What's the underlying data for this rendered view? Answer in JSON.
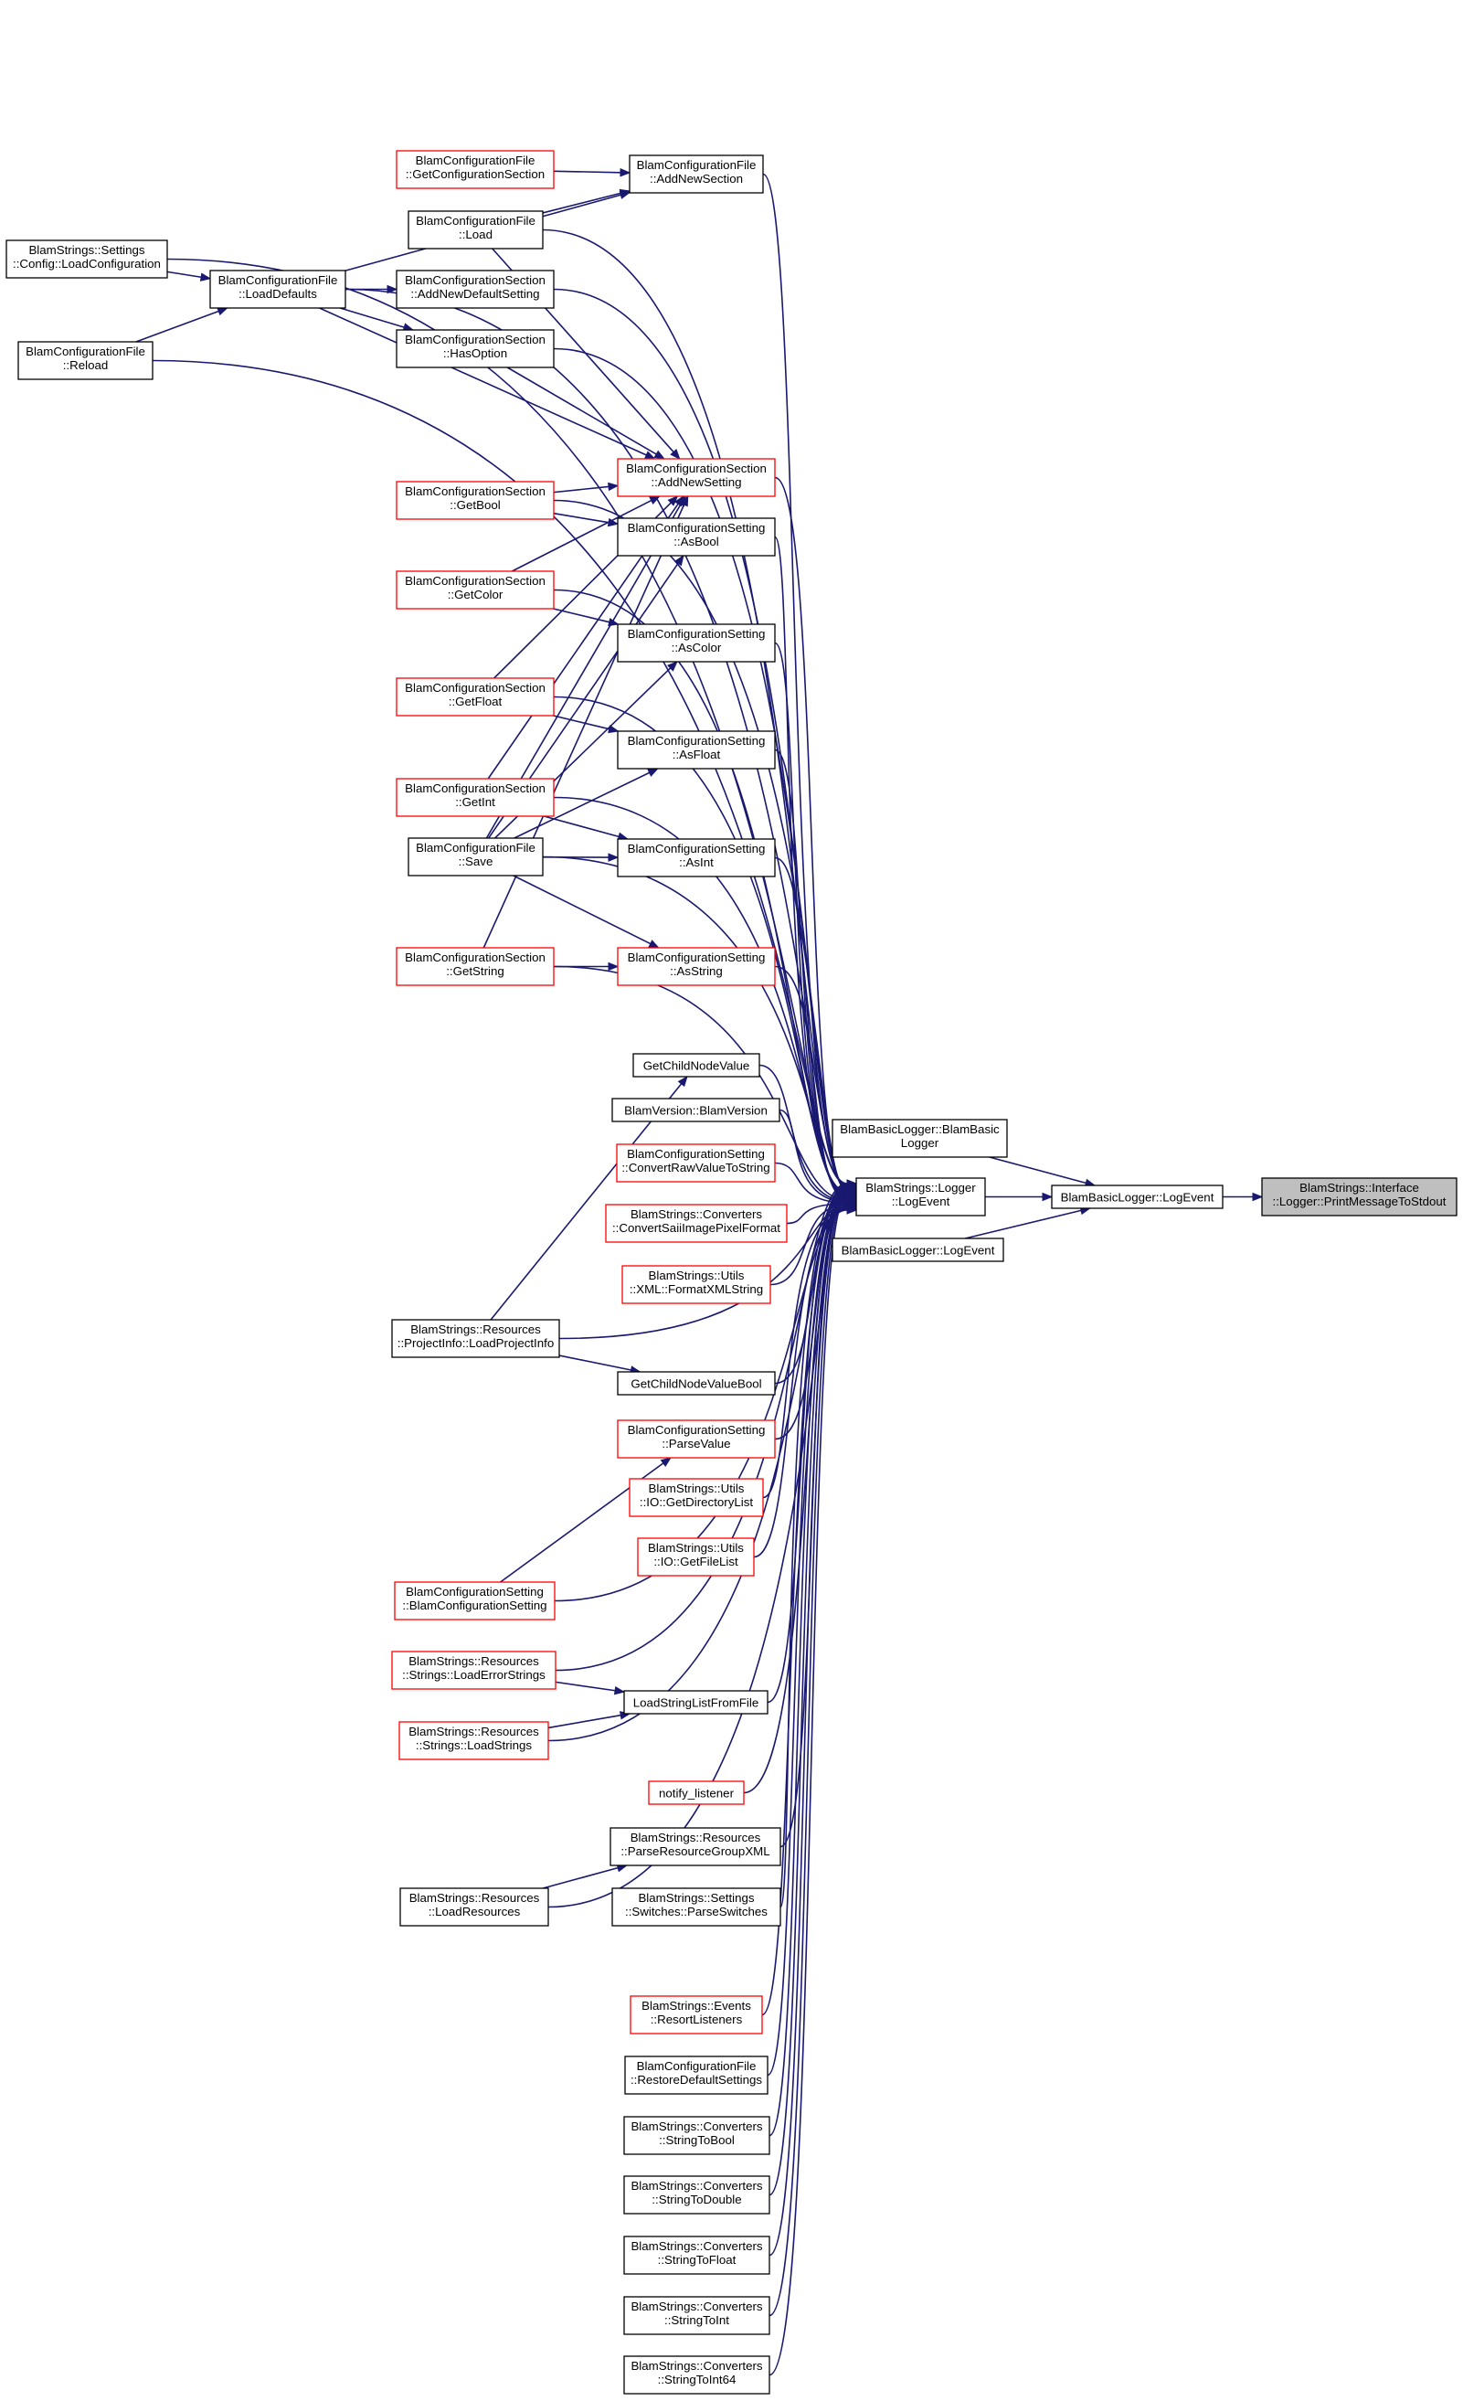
{
  "colors": {
    "edge": "#191970",
    "node_border": "#000000",
    "node_border_truncated": "#ff0000",
    "node_fill": "#ffffff",
    "focus_fill": "#bfbfbf"
  },
  "nodes": [
    {
      "id": "print_msg",
      "lines": [
        "BlamStrings::Interface",
        "::Logger::PrintMessageToStdout"
      ],
      "style": "focus"
    },
    {
      "id": "basic_logevent_a",
      "lines": [
        "BlamBasicLogger::LogEvent"
      ],
      "style": "normal"
    },
    {
      "id": "basic_logger_ctor",
      "lines": [
        "BlamBasicLogger::BlamBasic",
        "Logger"
      ],
      "style": "normal"
    },
    {
      "id": "basic_logevent_b",
      "lines": [
        "BlamBasicLogger::LogEvent"
      ],
      "style": "normal"
    },
    {
      "id": "logger_logevent",
      "lines": [
        "BlamStrings::Logger",
        "::LogEvent"
      ],
      "style": "normal"
    },
    {
      "id": "get_config_section",
      "lines": [
        "BlamConfigurationFile",
        "::GetConfigurationSection"
      ],
      "style": "truncated"
    },
    {
      "id": "add_new_section",
      "lines": [
        "BlamConfigurationFile",
        "::AddNewSection"
      ],
      "style": "normal"
    },
    {
      "id": "file_load",
      "lines": [
        "BlamConfigurationFile",
        "::Load"
      ],
      "style": "normal"
    },
    {
      "id": "load_configuration",
      "lines": [
        "BlamStrings::Settings",
        "::Config::LoadConfiguration"
      ],
      "style": "normal"
    },
    {
      "id": "load_defaults",
      "lines": [
        "BlamConfigurationFile",
        "::LoadDefaults"
      ],
      "style": "normal"
    },
    {
      "id": "add_new_default_setting",
      "lines": [
        "BlamConfigurationSection",
        "::AddNewDefaultSetting"
      ],
      "style": "normal"
    },
    {
      "id": "file_reload",
      "lines": [
        "BlamConfigurationFile",
        "::Reload"
      ],
      "style": "normal"
    },
    {
      "id": "has_option",
      "lines": [
        "BlamConfigurationSection",
        "::HasOption"
      ],
      "style": "normal"
    },
    {
      "id": "add_new_setting",
      "lines": [
        "BlamConfigurationSection",
        "::AddNewSetting"
      ],
      "style": "truncated"
    },
    {
      "id": "get_bool",
      "lines": [
        "BlamConfigurationSection",
        "::GetBool"
      ],
      "style": "truncated"
    },
    {
      "id": "as_bool",
      "lines": [
        "BlamConfigurationSetting",
        "::AsBool"
      ],
      "style": "normal"
    },
    {
      "id": "get_color",
      "lines": [
        "BlamConfigurationSection",
        "::GetColor"
      ],
      "style": "truncated"
    },
    {
      "id": "as_color",
      "lines": [
        "BlamConfigurationSetting",
        "::AsColor"
      ],
      "style": "normal"
    },
    {
      "id": "get_float",
      "lines": [
        "BlamConfigurationSection",
        "::GetFloat"
      ],
      "style": "truncated"
    },
    {
      "id": "as_float",
      "lines": [
        "BlamConfigurationSetting",
        "::AsFloat"
      ],
      "style": "normal"
    },
    {
      "id": "get_int",
      "lines": [
        "BlamConfigurationSection",
        "::GetInt"
      ],
      "style": "truncated"
    },
    {
      "id": "file_save",
      "lines": [
        "BlamConfigurationFile",
        "::Save"
      ],
      "style": "normal"
    },
    {
      "id": "as_int",
      "lines": [
        "BlamConfigurationSetting",
        "::AsInt"
      ],
      "style": "normal"
    },
    {
      "id": "get_string",
      "lines": [
        "BlamConfigurationSection",
        "::GetString"
      ],
      "style": "truncated"
    },
    {
      "id": "as_string",
      "lines": [
        "BlamConfigurationSetting",
        "::AsString"
      ],
      "style": "truncated"
    },
    {
      "id": "get_child_node_value",
      "lines": [
        "GetChildNodeValue"
      ],
      "style": "normal"
    },
    {
      "id": "blam_version",
      "lines": [
        "BlamVersion::BlamVersion"
      ],
      "style": "normal"
    },
    {
      "id": "convert_raw_value",
      "lines": [
        "BlamConfigurationSetting",
        "::ConvertRawValueToString"
      ],
      "style": "truncated"
    },
    {
      "id": "convert_saii",
      "lines": [
        "BlamStrings::Converters",
        "::ConvertSaiiImagePixelFormat"
      ],
      "style": "truncated"
    },
    {
      "id": "format_xml",
      "lines": [
        "BlamStrings::Utils",
        "::XML::FormatXMLString"
      ],
      "style": "truncated"
    },
    {
      "id": "load_project_info",
      "lines": [
        "BlamStrings::Resources",
        "::ProjectInfo::LoadProjectInfo"
      ],
      "style": "normal"
    },
    {
      "id": "get_child_node_value_bool",
      "lines": [
        "GetChildNodeValueBool"
      ],
      "style": "normal"
    },
    {
      "id": "parse_value",
      "lines": [
        "BlamConfigurationSetting",
        "::ParseValue"
      ],
      "style": "truncated"
    },
    {
      "id": "get_directory_list",
      "lines": [
        "BlamStrings::Utils",
        "::IO::GetDirectoryList"
      ],
      "style": "truncated"
    },
    {
      "id": "get_file_list",
      "lines": [
        "BlamStrings::Utils",
        "::IO::GetFileList"
      ],
      "style": "truncated"
    },
    {
      "id": "setting_ctor",
      "lines": [
        "BlamConfigurationSetting",
        "::BlamConfigurationSetting"
      ],
      "style": "truncated"
    },
    {
      "id": "load_error_strings",
      "lines": [
        "BlamStrings::Resources",
        "::Strings::LoadErrorStrings"
      ],
      "style": "truncated"
    },
    {
      "id": "load_string_list",
      "lines": [
        "LoadStringListFromFile"
      ],
      "style": "normal"
    },
    {
      "id": "load_strings",
      "lines": [
        "BlamStrings::Resources",
        "::Strings::LoadStrings"
      ],
      "style": "truncated"
    },
    {
      "id": "notify_listener",
      "lines": [
        "notify_listener"
      ],
      "style": "truncated"
    },
    {
      "id": "parse_resource_group",
      "lines": [
        "BlamStrings::Resources",
        "::ParseResourceGroupXML"
      ],
      "style": "normal"
    },
    {
      "id": "load_resources",
      "lines": [
        "BlamStrings::Resources",
        "::LoadResources"
      ],
      "style": "normal"
    },
    {
      "id": "parse_switches",
      "lines": [
        "BlamStrings::Settings",
        "::Switches::ParseSwitches"
      ],
      "style": "normal"
    },
    {
      "id": "resort_listeners",
      "lines": [
        "BlamStrings::Events",
        "::ResortListeners"
      ],
      "style": "truncated"
    },
    {
      "id": "restore_defaults",
      "lines": [
        "BlamConfigurationFile",
        "::RestoreDefaultSettings"
      ],
      "style": "normal"
    },
    {
      "id": "string_to_bool",
      "lines": [
        "BlamStrings::Converters",
        "::StringToBool"
      ],
      "style": "normal"
    },
    {
      "id": "string_to_double",
      "lines": [
        "BlamStrings::Converters",
        "::StringToDouble"
      ],
      "style": "normal"
    },
    {
      "id": "string_to_float",
      "lines": [
        "BlamStrings::Converters",
        "::StringToFloat"
      ],
      "style": "normal"
    },
    {
      "id": "string_to_int",
      "lines": [
        "BlamStrings::Converters",
        "::StringToInt"
      ],
      "style": "normal"
    },
    {
      "id": "string_to_int64",
      "lines": [
        "BlamStrings::Converters",
        "::StringToInt64"
      ],
      "style": "normal"
    }
  ],
  "edges": [
    [
      "basic_logevent_a",
      "print_msg"
    ],
    [
      "basic_logger_ctor",
      "basic_logevent_a"
    ],
    [
      "logger_logevent",
      "basic_logevent_a"
    ],
    [
      "basic_logevent_b",
      "basic_logevent_a"
    ],
    [
      "get_config_section",
      "add_new_section"
    ],
    [
      "file_load",
      "add_new_section"
    ],
    [
      "load_defaults",
      "add_new_section"
    ],
    [
      "load_configuration",
      "load_defaults"
    ],
    [
      "file_reload",
      "load_defaults"
    ],
    [
      "load_defaults",
      "add_new_default_setting"
    ],
    [
      "load_defaults",
      "has_option"
    ],
    [
      "load_defaults",
      "add_new_setting"
    ],
    [
      "file_load",
      "add_new_setting"
    ],
    [
      "has_option",
      "add_new_setting"
    ],
    [
      "get_bool",
      "add_new_setting"
    ],
    [
      "get_color",
      "add_new_setting"
    ],
    [
      "get_float",
      "add_new_setting"
    ],
    [
      "get_int",
      "add_new_setting"
    ],
    [
      "get_string",
      "add_new_setting"
    ],
    [
      "file_save",
      "add_new_setting"
    ],
    [
      "get_bool",
      "as_bool"
    ],
    [
      "file_save",
      "as_bool"
    ],
    [
      "get_color",
      "as_color"
    ],
    [
      "file_save",
      "as_color"
    ],
    [
      "get_float",
      "as_float"
    ],
    [
      "file_save",
      "as_float"
    ],
    [
      "get_int",
      "as_int"
    ],
    [
      "file_save",
      "as_int"
    ],
    [
      "get_string",
      "as_string"
    ],
    [
      "file_save",
      "as_string"
    ],
    [
      "load_project_info",
      "get_child_node_value"
    ],
    [
      "load_project_info",
      "get_child_node_value_bool"
    ],
    [
      "setting_ctor",
      "parse_value"
    ],
    [
      "load_error_strings",
      "load_string_list"
    ],
    [
      "load_strings",
      "load_string_list"
    ],
    [
      "load_resources",
      "parse_resource_group"
    ],
    [
      "load_configuration",
      "logger_logevent"
    ],
    [
      "file_reload",
      "logger_logevent"
    ],
    [
      "add_new_section",
      "logger_logevent"
    ],
    [
      "file_load",
      "logger_logevent"
    ],
    [
      "load_defaults",
      "logger_logevent"
    ],
    [
      "add_new_default_setting",
      "logger_logevent"
    ],
    [
      "has_option",
      "logger_logevent"
    ],
    [
      "add_new_setting",
      "logger_logevent"
    ],
    [
      "get_bool",
      "logger_logevent"
    ],
    [
      "as_bool",
      "logger_logevent"
    ],
    [
      "get_color",
      "logger_logevent"
    ],
    [
      "as_color",
      "logger_logevent"
    ],
    [
      "get_float",
      "logger_logevent"
    ],
    [
      "as_float",
      "logger_logevent"
    ],
    [
      "get_int",
      "logger_logevent"
    ],
    [
      "as_int",
      "logger_logevent"
    ],
    [
      "file_save",
      "logger_logevent"
    ],
    [
      "as_string",
      "logger_logevent"
    ],
    [
      "get_string",
      "logger_logevent"
    ],
    [
      "get_child_node_value",
      "logger_logevent"
    ],
    [
      "blam_version",
      "logger_logevent"
    ],
    [
      "convert_raw_value",
      "logger_logevent"
    ],
    [
      "convert_saii",
      "logger_logevent"
    ],
    [
      "format_xml",
      "logger_logevent"
    ],
    [
      "load_project_info",
      "logger_logevent"
    ],
    [
      "get_child_node_value_bool",
      "logger_logevent"
    ],
    [
      "parse_value",
      "logger_logevent"
    ],
    [
      "get_directory_list",
      "logger_logevent"
    ],
    [
      "get_file_list",
      "logger_logevent"
    ],
    [
      "setting_ctor",
      "logger_logevent"
    ],
    [
      "load_error_strings",
      "logger_logevent"
    ],
    [
      "load_string_list",
      "logger_logevent"
    ],
    [
      "load_strings",
      "logger_logevent"
    ],
    [
      "notify_listener",
      "logger_logevent"
    ],
    [
      "parse_resource_group",
      "logger_logevent"
    ],
    [
      "load_resources",
      "logger_logevent"
    ],
    [
      "parse_switches",
      "logger_logevent"
    ],
    [
      "resort_listeners",
      "logger_logevent"
    ],
    [
      "restore_defaults",
      "logger_logevent"
    ],
    [
      "string_to_bool",
      "logger_logevent"
    ],
    [
      "string_to_double",
      "logger_logevent"
    ],
    [
      "string_to_float",
      "logger_logevent"
    ],
    [
      "string_to_int",
      "logger_logevent"
    ],
    [
      "string_to_int64",
      "logger_logevent"
    ]
  ]
}
